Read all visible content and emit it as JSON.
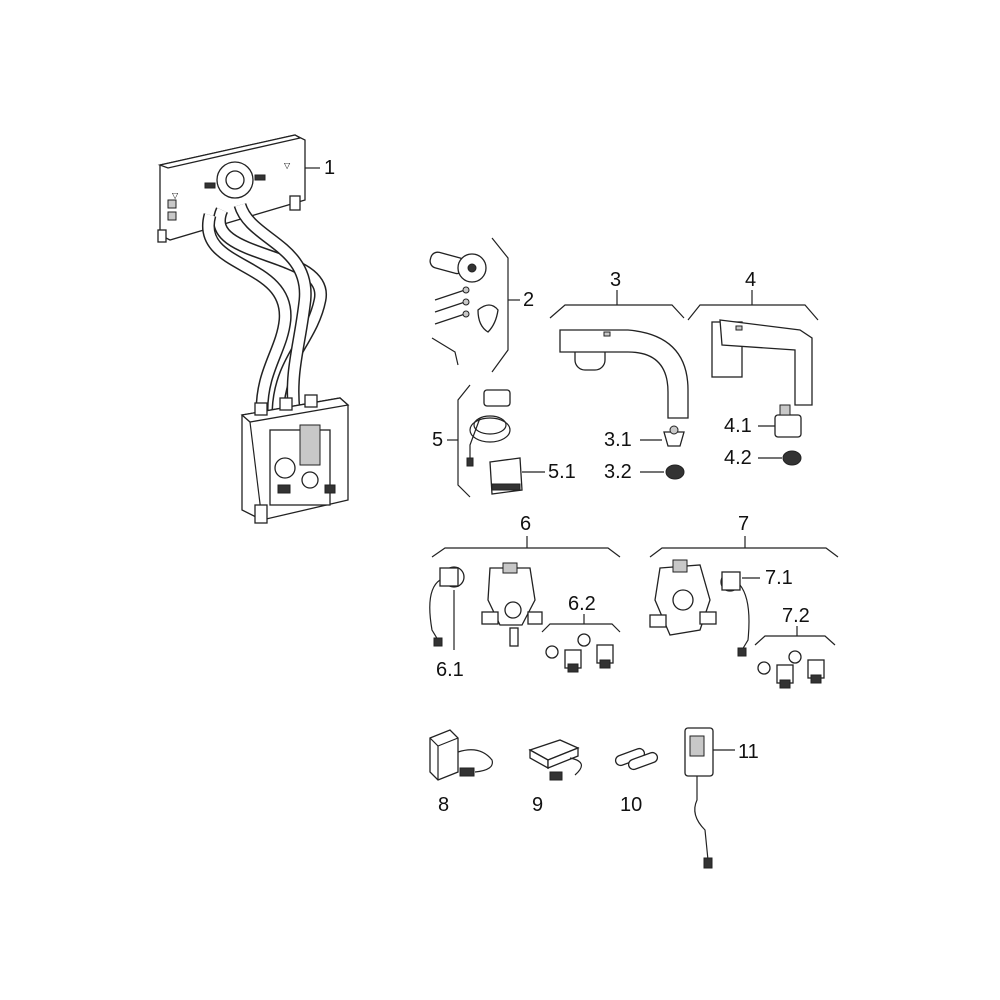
{
  "parts": [
    {
      "id": "p1",
      "label": "1"
    },
    {
      "id": "p2",
      "label": "2"
    },
    {
      "id": "p3",
      "label": "3"
    },
    {
      "id": "p3_1",
      "label": "3.1"
    },
    {
      "id": "p3_2",
      "label": "3.2"
    },
    {
      "id": "p4",
      "label": "4"
    },
    {
      "id": "p4_1",
      "label": "4.1"
    },
    {
      "id": "p4_2",
      "label": "4.2"
    },
    {
      "id": "p5",
      "label": "5"
    },
    {
      "id": "p5_1",
      "label": "5.1"
    },
    {
      "id": "p6",
      "label": "6"
    },
    {
      "id": "p6_1",
      "label": "6.1"
    },
    {
      "id": "p6_2",
      "label": "6.2"
    },
    {
      "id": "p7",
      "label": "7"
    },
    {
      "id": "p7_1",
      "label": "7.1"
    },
    {
      "id": "p7_2",
      "label": "7.2"
    },
    {
      "id": "p8",
      "label": "8"
    },
    {
      "id": "p9",
      "label": "9"
    },
    {
      "id": "p10",
      "label": "10"
    },
    {
      "id": "p11",
      "label": "11"
    }
  ]
}
